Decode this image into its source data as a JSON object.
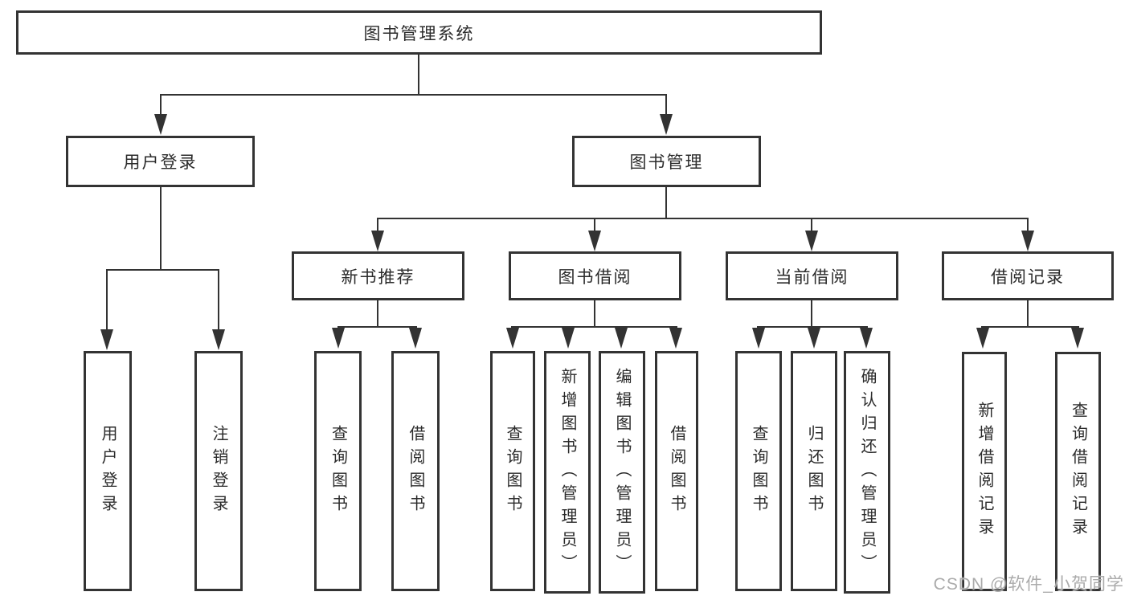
{
  "diagram": {
    "root": {
      "label": "图书管理系统"
    },
    "branches": [
      {
        "label": "用户登录",
        "children": [
          {
            "label": "用户登录"
          },
          {
            "label": "注销登录"
          }
        ]
      },
      {
        "label": "图书管理",
        "children": [
          {
            "label": "新书推荐",
            "children": [
              {
                "label": "查询图书"
              },
              {
                "label": "借阅图书"
              }
            ]
          },
          {
            "label": "图书借阅",
            "children": [
              {
                "label": "查询图书"
              },
              {
                "label": "新增图书（管理员）"
              },
              {
                "label": "编辑图书（管理员）"
              },
              {
                "label": "借阅图书"
              }
            ]
          },
          {
            "label": "当前借阅",
            "children": [
              {
                "label": "查询图书"
              },
              {
                "label": "归还图书"
              },
              {
                "label": "确认归还（管理员）"
              }
            ]
          },
          {
            "label": "借阅记录",
            "children": [
              {
                "label": "新增借阅记录"
              },
              {
                "label": "查询借阅记录"
              }
            ]
          }
        ]
      }
    ]
  },
  "watermark": {
    "text": "CSDN @软件_小贺同学"
  },
  "colors": {
    "line": "#333333",
    "box_border": "#333333",
    "background": "#ffffff",
    "text": "#2b2b2b",
    "watermark": "#ababab"
  }
}
